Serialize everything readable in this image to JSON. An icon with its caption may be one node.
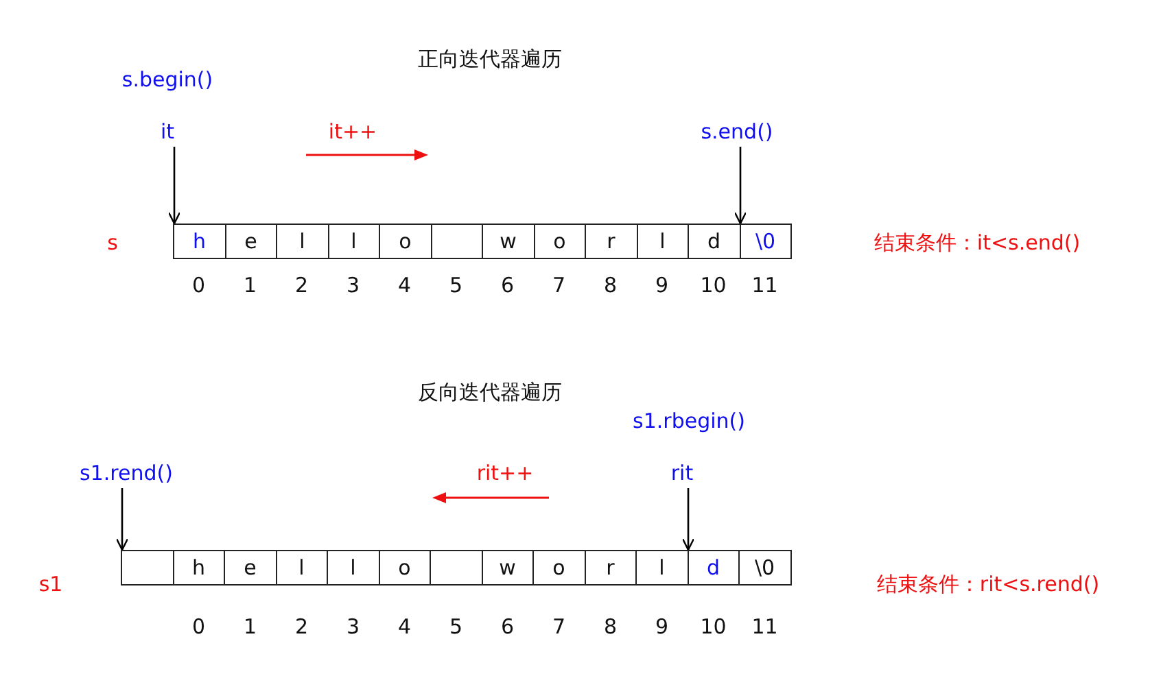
{
  "diagram": {
    "nodes": [
      {
        "text": [
          "it"
        ],
        "beside": [
          "s.begin()"
        ]
      },
      {
        "text": [
          "s.end()"
        ]
      },
      {
        "text": [
          "h"
        ]
      },
      {
        "text": [
          "e"
        ]
      },
      {
        "text": [
          "l"
        ]
      },
      {
        "text": [
          "l"
        ]
      },
      {
        "text": [
          "o"
        ]
      },
      {
        "text": [],
        "shape": "box"
      },
      {
        "text": [
          "w"
        ]
      },
      {
        "text": [
          "o"
        ]
      },
      {
        "text": [
          "r"
        ]
      },
      {
        "text": [
          "l"
        ]
      },
      {
        "text": [
          "d"
        ]
      },
      {
        "text": [
          "\\0"
        ]
      },
      {
        "text": [
          "s1.rend()"
        ]
      },
      {
        "text": [
          "rit"
        ],
        "beside": [
          "s1.rbegin()"
        ]
      },
      {
        "text": [],
        "shape": "box"
      },
      {
        "text": [
          "h"
        ]
      },
      {
        "text": [
          "e"
        ]
      },
      {
        "text": [
          "l"
        ]
      },
      {
        "text": [
          "l"
        ]
      },
      {
        "text": [
          "o"
        ]
      },
      {
        "text": [],
        "shape": "box"
      },
      {
        "text": [
          "w"
        ]
      },
      {
        "text": [
          "o"
        ]
      },
      {
        "text": [
          "r"
        ]
      },
      {
        "text": [
          "l"
        ]
      },
      {
        "text": [
          "d"
        ]
      },
      {
        "text": [
          "\\0"
        ]
      }
    ],
    "edges": [
      {
        "from": 0,
        "to": 2,
        "arrow": "to"
      },
      {
        "from": 1,
        "to": 13,
        "arrow": "to"
      },
      {
        "from": 14,
        "to": 16,
        "arrow": "to"
      },
      {
        "from": 15,
        "to": 27,
        "arrow": "to"
      }
    ],
    "labels": [
      "正向迭代器遍历",
      "it++",
      "s",
      "结束条件：it<s.end()",
      "0",
      "1",
      "2",
      "3",
      "4",
      "5",
      "6",
      "7",
      "8",
      "9",
      "10",
      "11",
      "反向迭代器遍历",
      "rit++",
      "s1",
      "结束条件：rit<s.rend()",
      "0",
      "1",
      "2",
      "3",
      "4",
      "5",
      "6",
      "7",
      "8",
      "9",
      "10",
      "11"
    ]
  }
}
